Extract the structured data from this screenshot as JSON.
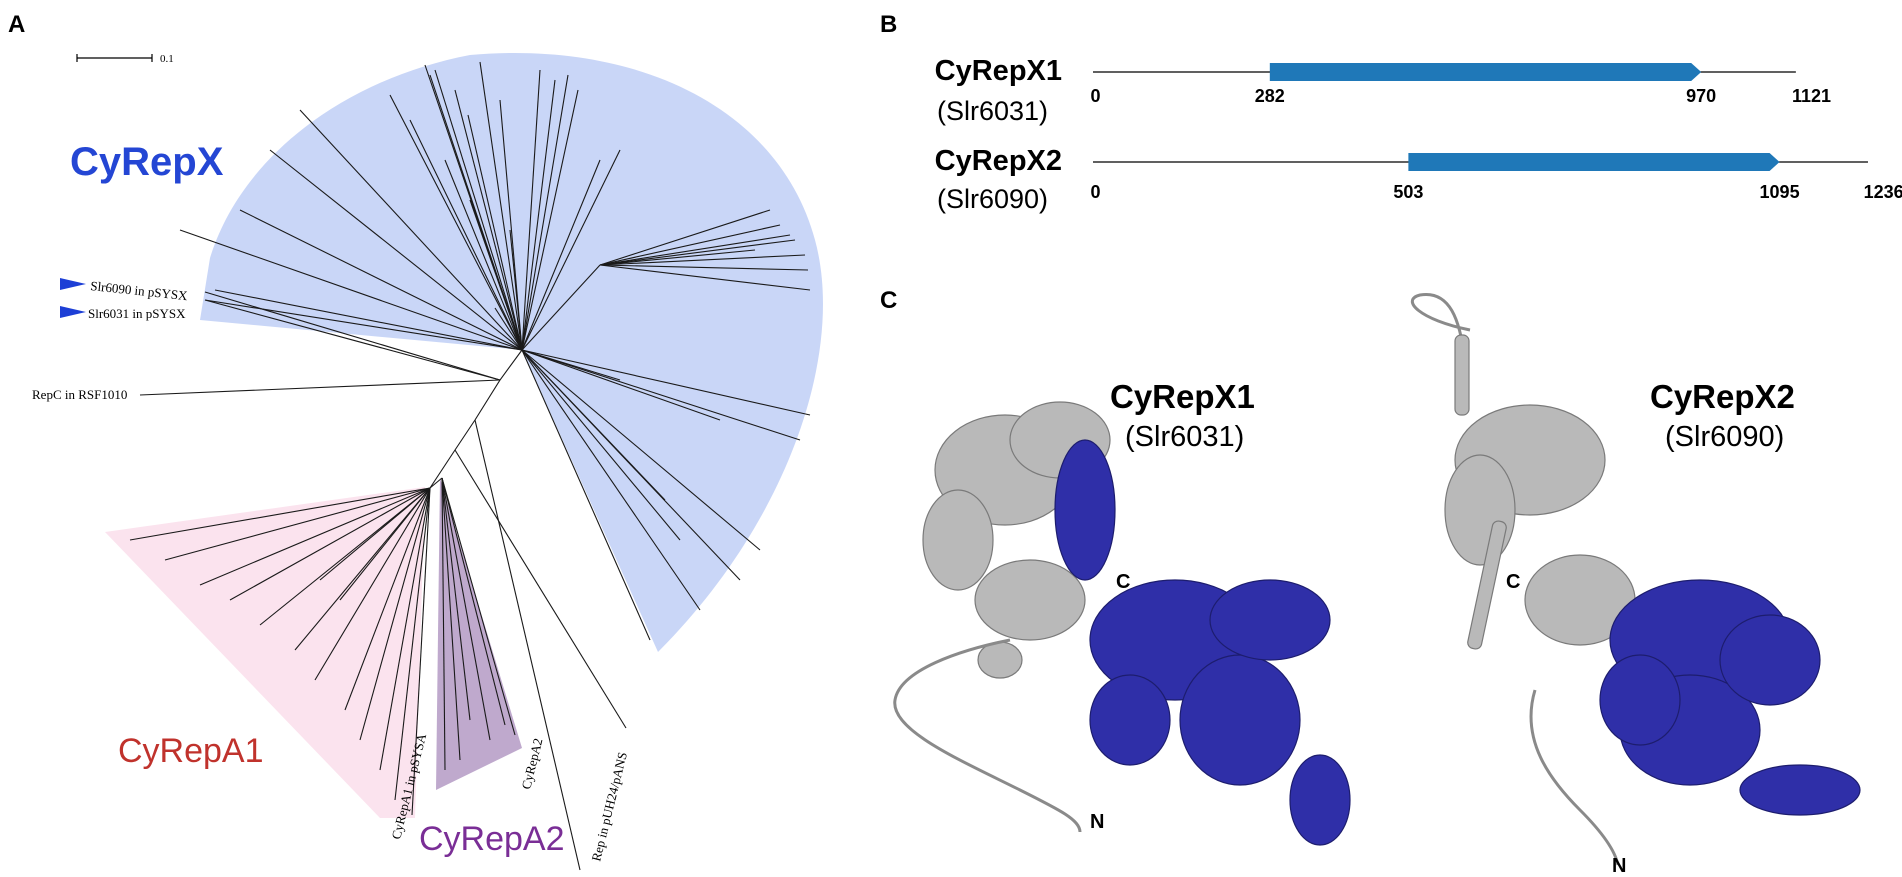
{
  "panels": {
    "a": {
      "letter": "A",
      "scale_label": "0.1",
      "clades": {
        "cyrepx": {
          "label": "CyRepX",
          "color": "#2446d4",
          "fill": "#c6d4f7"
        },
        "cyrepa1": {
          "label": "CyRepA1",
          "color": "#c0322c",
          "fill": "#fbe3ee"
        },
        "cyrepa2": {
          "label": "CyRepA2",
          "color": "#7a2e96",
          "fill": "#b8a0c8"
        }
      },
      "leaf_labels": {
        "slr6090": "Slr6090 in pSYSX",
        "slr6031": "Slr6031 in pSYSX",
        "repc": "RepC in RSF1010",
        "cyrepa1_pSYSA": "CyRepA1 in pSYSA",
        "cyrepa2": "CyRepA2",
        "rep_puh24": "Rep in pUH24/pANS"
      },
      "marker_color": "#1d3fd6"
    },
    "b": {
      "letter": "B",
      "bar_color": "#1f78b8",
      "proteins": [
        {
          "name": "CyRepX1",
          "id": "(Slr6031)",
          "start": 0,
          "domain_start": 282,
          "domain_end": 970,
          "length": 1121,
          "labels": {
            "start": "0",
            "domain_start": "282",
            "domain_end": "970",
            "length": "1121"
          }
        },
        {
          "name": "CyRepX2",
          "id": "(Slr6090)",
          "start": 0,
          "domain_start": 503,
          "domain_end": 1095,
          "length": 1236,
          "labels": {
            "start": "0",
            "domain_start": "503",
            "domain_end": "1095",
            "length": "1236"
          }
        }
      ]
    },
    "c": {
      "letter": "C",
      "structures": [
        {
          "name": "CyRepX1",
          "id": "(Slr6031)",
          "n_label": "N",
          "c_label": "C"
        },
        {
          "name": "CyRepX2",
          "id": "(Slr6090)",
          "n_label": "N",
          "c_label": "C"
        }
      ],
      "colors": {
        "grey_domain": "#b9b9b9",
        "blue_domain": "#2f2fa8"
      }
    }
  }
}
